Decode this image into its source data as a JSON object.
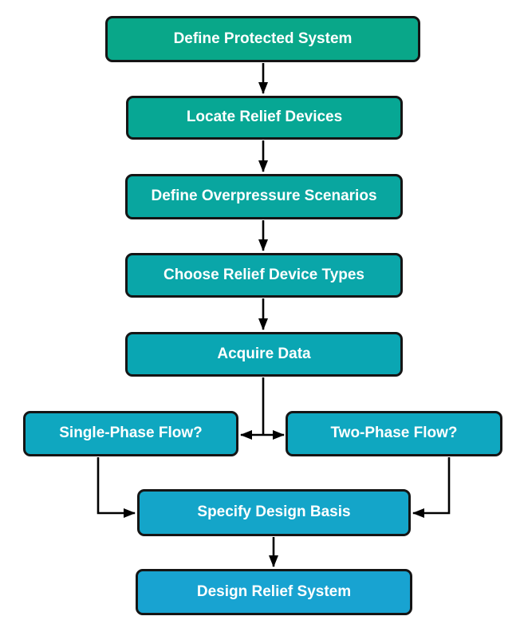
{
  "diagram": {
    "kind": "flowchart",
    "nodes": [
      {
        "id": "define-protected-system",
        "label": "Define Protected System",
        "fill": "#09A789"
      },
      {
        "id": "locate-relief-devices",
        "label": "Locate Relief Devices",
        "fill": "#07A794"
      },
      {
        "id": "define-overpressure-scenarios",
        "label": "Define Overpressure Scenarios",
        "fill": "#09A69F"
      },
      {
        "id": "choose-relief-device-types",
        "label": "Choose Relief Device Types",
        "fill": "#0AA6A9"
      },
      {
        "id": "acquire-data",
        "label": "Acquire Data",
        "fill": "#0AA6B3"
      },
      {
        "id": "single-phase-flow",
        "label": "Single-Phase Flow?",
        "fill": "#0FA7C0"
      },
      {
        "id": "two-phase-flow",
        "label": "Two-Phase Flow?",
        "fill": "#0FA7C0"
      },
      {
        "id": "specify-design-basis",
        "label": "Specify Design Basis",
        "fill": "#14A5C9"
      },
      {
        "id": "design-relief-system",
        "label": "Design Relief System",
        "fill": "#18A3D1"
      }
    ],
    "edges": [
      {
        "from": "define-protected-system",
        "to": "locate-relief-devices"
      },
      {
        "from": "locate-relief-devices",
        "to": "define-overpressure-scenarios"
      },
      {
        "from": "define-overpressure-scenarios",
        "to": "choose-relief-device-types"
      },
      {
        "from": "choose-relief-device-types",
        "to": "acquire-data"
      },
      {
        "from": "acquire-data",
        "to": "single-phase-flow"
      },
      {
        "from": "acquire-data",
        "to": "two-phase-flow"
      },
      {
        "from": "single-phase-flow",
        "to": "specify-design-basis"
      },
      {
        "from": "two-phase-flow",
        "to": "specify-design-basis"
      },
      {
        "from": "specify-design-basis",
        "to": "design-relief-system"
      }
    ]
  },
  "colors": {
    "background": "#ffffff",
    "node_border": "#151515",
    "node_text": "#ffffff",
    "arrow": "#000000"
  }
}
